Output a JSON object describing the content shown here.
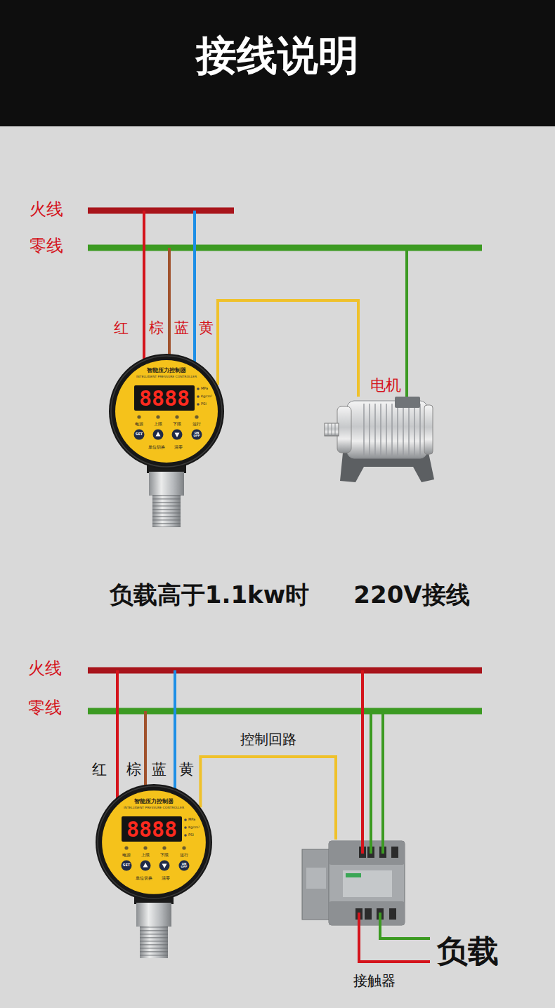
{
  "diagram": {
    "title": "接线说明",
    "nodes": [
      {
        "text": [
          "智能压力控制器",
          "INTELLIGENT PRESSURE CONTROLLER",
          "8888",
          "MPa",
          "Kg/cm²",
          "PSI",
          "电源",
          "上限",
          "下限",
          "运行",
          "SET",
          "ON OFF",
          "单位切换",
          "清零"
        ]
      },
      {
        "text": [
          "电机"
        ]
      },
      {
        "text": [
          "智能压力控制器",
          "INTELLIGENT PRESSURE CONTROLLER",
          "8888",
          "MPa",
          "Kg/cm²",
          "PSI",
          "电源",
          "上限",
          "下限",
          "运行",
          "SET",
          "ON OFF",
          "单位切换",
          "清零"
        ]
      },
      {
        "text": [
          "接触器"
        ]
      }
    ],
    "edges": [
      {
        "from": 0,
        "to": 1,
        "arrow": "none"
      },
      {
        "from": 2,
        "to": 3,
        "label": "控制回路",
        "arrow": "none"
      }
    ],
    "labels": [
      "火线",
      "零线",
      "红",
      "棕",
      "蓝",
      "黄",
      "负载高于1.1kw时",
      "220V接线",
      "火线",
      "零线",
      "红",
      "棕",
      "蓝",
      "黄",
      "负载"
    ]
  }
}
